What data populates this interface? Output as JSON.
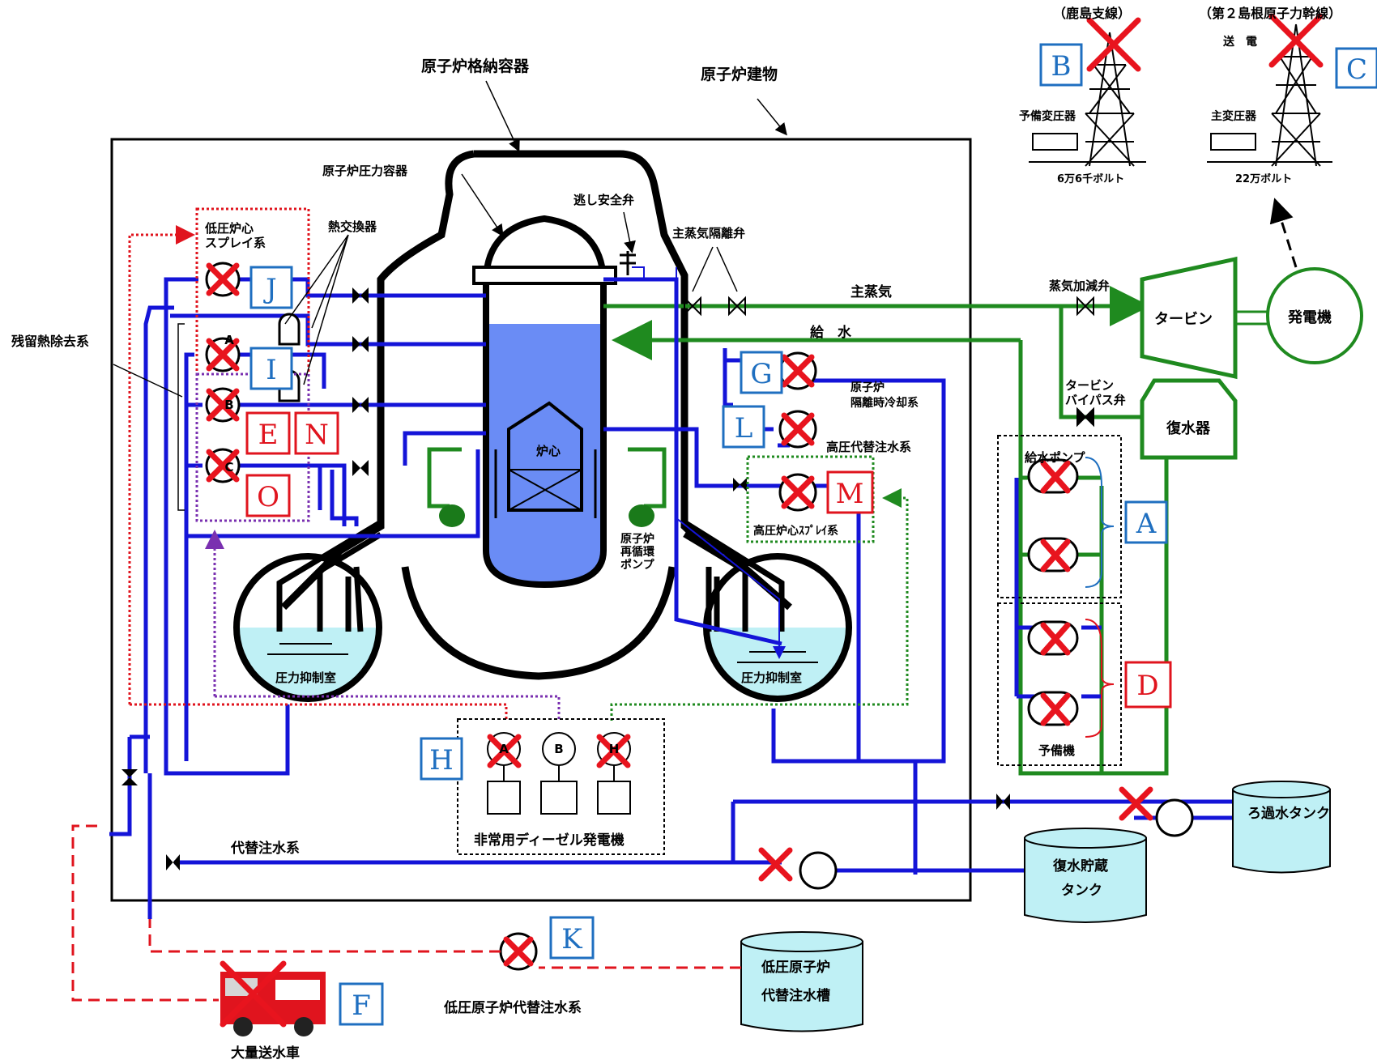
{
  "labels": {
    "containment_vessel": "原子炉格納容器",
    "reactor_building": "原子炉建物",
    "pressure_vessel": "原子炉圧力容器",
    "core": "炉心",
    "relief_valve": "逃し安全弁",
    "main_steam_isolation_valve": "主蒸気隔離弁",
    "main_steam": "主蒸気",
    "feedwater": "給　水",
    "low_pressure_core_spray_1": "低圧炉心",
    "low_pressure_core_spray_2": "スプレイ系",
    "heat_exchanger": "熱交換器",
    "residual_heat_removal": "残留熱除去系",
    "rcic_1": "原子炉",
    "rcic_2": "隔離時冷却系",
    "hp_alt_injection": "高圧代替注水系",
    "hpcs": "高圧炉心ｽﾌﾟﾚｲ系",
    "recirc_pump_1": "原子炉",
    "recirc_pump_2": "再循環",
    "recirc_pump_3": "ポンプ",
    "suppression_chamber_left": "圧力抑制室",
    "suppression_chamber_right": "圧力抑制室",
    "diesel_generators": "非常用ディーゼル発電機",
    "alt_injection": "代替注水系",
    "turbine": "タービン",
    "generator": "発電機",
    "condenser": "復水器",
    "steam_control_valve": "蒸気加減弁",
    "bypass_valve_1": "タービン",
    "bypass_valve_2": "バイパス弁",
    "feedwater_pump": "給水ポンプ",
    "standby": "予備機",
    "filtered_water_tank": "ろ過水タンク",
    "condensate_tank_1": "復水貯蔵",
    "condensate_tank_2": "タンク",
    "lp_alt_tank_1": "低圧原子炉",
    "lp_alt_tank_2": "代替注水槽",
    "lp_alt_injection": "低圧原子炉代替注水系",
    "fire_truck": "大量送水車",
    "line_kashima": "（鹿島支線）",
    "line_shimane": "（第２島根原子力幹線）",
    "transmission": "送　電",
    "standby_transformer": "予備変圧器",
    "main_transformer": "主変圧器",
    "voltage_66": "6万6千ボルト",
    "voltage_220": "22万ボルト"
  },
  "equipment_letters": {
    "A": "A",
    "B": "B",
    "C": "C",
    "D": "D",
    "E": "E",
    "F": "F",
    "G": "G",
    "H": "H",
    "I": "I",
    "J": "J",
    "K": "K",
    "L": "L",
    "M": "M",
    "N": "N",
    "O": "O"
  },
  "pump_letters": {
    "A": "A",
    "B": "B",
    "C": "C"
  },
  "diesel_letters": {
    "A": "A",
    "B": "B",
    "H": "H"
  },
  "colors": {
    "pipe_blue": "#1414d8",
    "steam_green": "#1f8a1f",
    "box_blue": "#1f6fc0",
    "box_red": "#e0141e",
    "cross_red": "#e8141e",
    "water": "#bff0f5",
    "core_blue": "#6a8cf5"
  }
}
